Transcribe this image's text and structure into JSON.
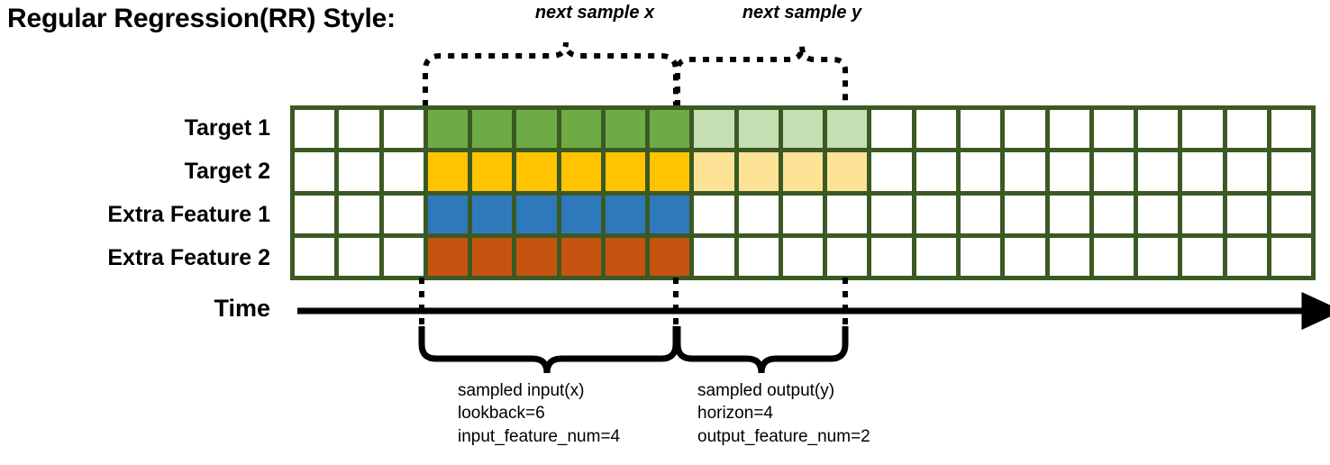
{
  "title": "Regular Regression(RR) Style:",
  "top_annotations": {
    "next_x": "next sample x",
    "next_y": "next sample y"
  },
  "row_labels": [
    "Target 1",
    "Target 2",
    "Extra Feature 1",
    "Extra Feature 2"
  ],
  "axis": {
    "time_label": "Time"
  },
  "captions": {
    "input": "sampled input(x)\nlookback=6\ninput_feature_num=4",
    "output": "sampled output(y)\nhorizon=4\noutput_feature_num=2"
  },
  "colors": {
    "grid_border": "#3B5A23",
    "target1": "#6EAB45",
    "target1_light": "#C5DFB3",
    "target2": "#FFC300",
    "target2_light": "#FDE395",
    "extra1": "#2E78BC",
    "extra2": "#C65410",
    "empty": "#FFFFFF",
    "stroke": "#000000"
  },
  "grid": {
    "total_columns": 23,
    "rows": [
      {
        "name": "Target 1",
        "cells": [
          "empty",
          "empty",
          "empty",
          "target1",
          "target1",
          "target1",
          "target1",
          "target1",
          "target1",
          "target1_light",
          "target1_light",
          "target1_light",
          "target1_light",
          "empty",
          "empty",
          "empty",
          "empty",
          "empty",
          "empty",
          "empty",
          "empty",
          "empty",
          "empty"
        ]
      },
      {
        "name": "Target 2",
        "cells": [
          "empty",
          "empty",
          "empty",
          "target2",
          "target2",
          "target2",
          "target2",
          "target2",
          "target2",
          "target2_light",
          "target2_light",
          "target2_light",
          "target2_light",
          "empty",
          "empty",
          "empty",
          "empty",
          "empty",
          "empty",
          "empty",
          "empty",
          "empty",
          "empty"
        ]
      },
      {
        "name": "Extra Feature 1",
        "cells": [
          "empty",
          "empty",
          "empty",
          "extra1",
          "extra1",
          "extra1",
          "extra1",
          "extra1",
          "extra1",
          "empty",
          "empty",
          "empty",
          "empty",
          "empty",
          "empty",
          "empty",
          "empty",
          "empty",
          "empty",
          "empty",
          "empty",
          "empty",
          "empty"
        ]
      },
      {
        "name": "Extra Feature 2",
        "cells": [
          "empty",
          "empty",
          "empty",
          "extra2",
          "extra2",
          "extra2",
          "extra2",
          "extra2",
          "extra2",
          "empty",
          "empty",
          "empty",
          "empty",
          "empty",
          "empty",
          "empty",
          "empty",
          "empty",
          "empty",
          "empty",
          "empty",
          "empty",
          "empty"
        ]
      }
    ]
  }
}
